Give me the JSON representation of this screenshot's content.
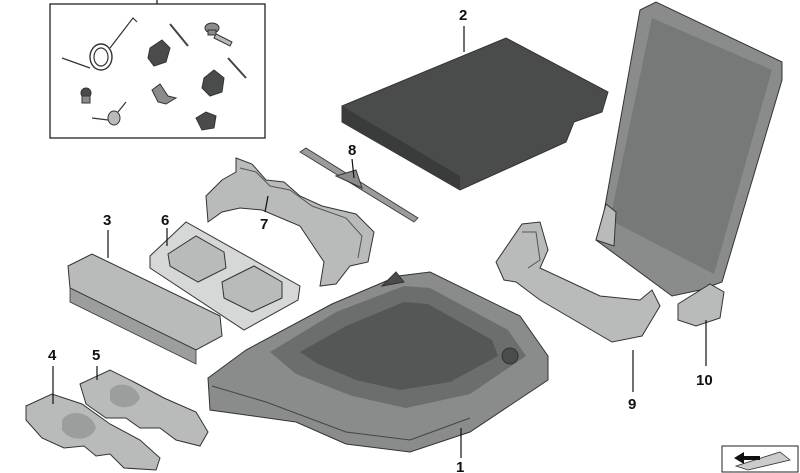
{
  "callouts": {
    "c1": "1",
    "c2": "2",
    "c3": "3",
    "c4": "4",
    "c5": "5",
    "c6": "6",
    "c7": "7",
    "c8": "8",
    "c9": "9",
    "c10": "10"
  },
  "colors": {
    "background": "#ffffff",
    "part_dark": "#4a4c4c",
    "part_mid": "#8a8c8c",
    "part_light": "#b9bbbb",
    "line": "#111111"
  }
}
